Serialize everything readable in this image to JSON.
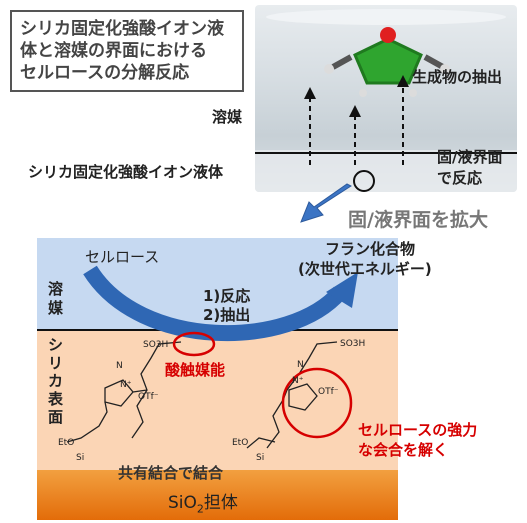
{
  "title": {
    "line1": "シリカ固定化強酸イオン液",
    "line2": "体と溶媒の界面における",
    "line3": "セルロースの分解反応"
  },
  "top": {
    "solvent": "溶媒",
    "ionic_liquid": "シリカ固定化強酸イオン液体",
    "extraction": "生成物の抽出",
    "interface1": "固/液界面",
    "interface2": "で反応",
    "zoom": "固/液界面を拡大"
  },
  "bottom": {
    "cellulose": "セルロース",
    "furan1": "フラン化合物",
    "furan2": "(次世代エネルギー)",
    "solvent1": "溶",
    "solvent2": "媒",
    "step1": "1)反応",
    "step2": "2)抽出",
    "silica_surface": [
      "シ",
      "リ",
      "カ",
      "表",
      "面"
    ],
    "acid_catalyst": "酸触媒能",
    "unbind1": "セルロースの強力",
    "unbind2": "な会合を解く",
    "covalent": "共有結合で結合",
    "support_pre": "SiO",
    "support_sub": "2",
    "support_post": "担体",
    "so3h": "SO3H",
    "otf": "OTf⁻",
    "eto": "EtO",
    "si": "Si",
    "n_plus": "N⁺",
    "n": "N"
  }
}
